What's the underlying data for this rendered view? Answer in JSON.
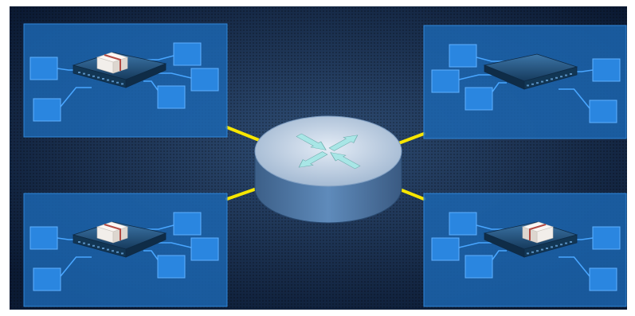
{
  "diagram": {
    "colors": {
      "background_center": "#2f4d74",
      "background_edge": "#0b1a33",
      "panel_fill": "#1c68b3",
      "panel_stroke": "#2f86d9",
      "node_fill": "#2a86e0",
      "node_stroke": "#5fb0ff",
      "link_line": "#49a6ff",
      "uplink": "#f7e600",
      "router_top": "#c9d8ea",
      "router_side": "#4f79a8",
      "router_arrow": "#a8e6e6",
      "switch_body": "#1d4d78",
      "package_box": "#f2eeea",
      "package_band": "#b24b44"
    },
    "center_device": {
      "name": "router-icon",
      "arrows": [
        "up-left",
        "up-right",
        "down-left",
        "down-right"
      ]
    },
    "segments": [
      {
        "id": "top-left",
        "device": "switch-with-package",
        "hosts": 5
      },
      {
        "id": "top-right",
        "device": "switch",
        "hosts": 5
      },
      {
        "id": "bottom-left",
        "device": "switch-with-package",
        "hosts": 5
      },
      {
        "id": "bottom-right",
        "device": "switch-with-package",
        "hosts": 5
      }
    ]
  }
}
